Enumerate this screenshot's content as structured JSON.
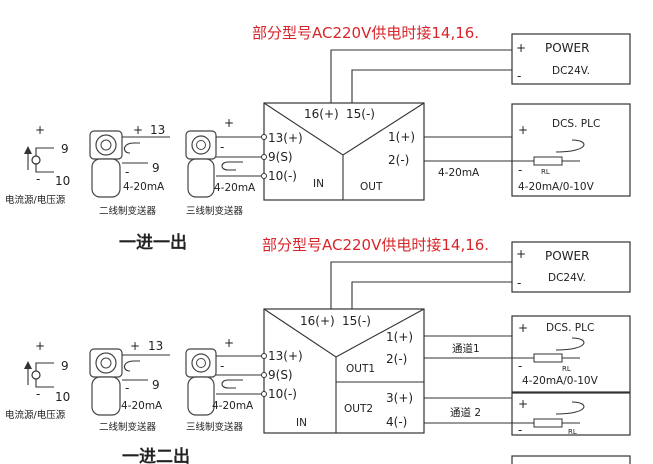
{
  "note": "部分型号AC220V供电时接14,16.",
  "common": {
    "source_caption": "电流源/电压源",
    "two_wire_caption": "二线制变送器",
    "three_wire_caption": "三线制变送器",
    "current_label": "4-20mA",
    "plus": "+",
    "minus": "-",
    "term_9": "9",
    "term_10": "10",
    "term_13": "13",
    "in_13": "13(+)",
    "in_9": "9(S)",
    "in_10": "10(-)",
    "in_label": "IN",
    "pin_16": "16(+)",
    "pin_15": "15(-)",
    "power_label": "POWER",
    "power_voltage": "DC24V.",
    "dcs_label": "DCS. PLC",
    "rl_label": "RL",
    "output_range": "4-20mA/0-10V"
  },
  "top": {
    "title": "一进一出",
    "out_label": "OUT",
    "out_pos": "1(+)",
    "out_neg": "2(-)",
    "line_label": "4-20mA"
  },
  "bottom": {
    "title": "一进二出",
    "out1_label": "OUT1",
    "out2_label": "OUT2",
    "ch1_pos": "1(+)",
    "ch1_neg": "2(-)",
    "ch2_pos": "3(+)",
    "ch2_neg": "4(-)",
    "channel1": "通道1",
    "channel2": "通道 2"
  }
}
